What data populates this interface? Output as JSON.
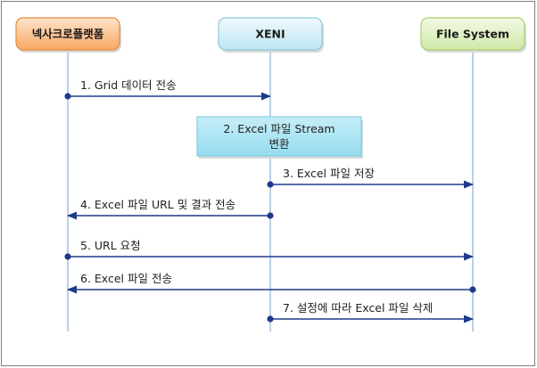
{
  "participants": [
    {
      "name": "넥사크로플랫폼",
      "fill": "#f7b072",
      "stroke": "#e38a3a"
    },
    {
      "name": "XENI",
      "fill": "#c9ebf5",
      "stroke": "#8cc7dc"
    },
    {
      "name": "File System",
      "fill": "#d7ecb2",
      "stroke": "#a9cf6a"
    }
  ],
  "process_box": {
    "line1": "2. Excel 파일 Stream",
    "line2": "변환",
    "fill": "#a9e4f2",
    "stroke": "#79c6dd"
  },
  "messages": [
    {
      "label": "1. Grid 데이터 전송",
      "from": 0,
      "to": 1
    },
    {
      "label": "3. Excel 파일 저장",
      "from": 1,
      "to": 2
    },
    {
      "label": "4. Excel 파일 URL 및 결과 전송",
      "from": 1,
      "to": 0
    },
    {
      "label": "5. URL 요청",
      "from": 0,
      "to": 2
    },
    {
      "label": "6. Excel 파일 전송",
      "from": 2,
      "to": 0
    },
    {
      "label": "7. 설정에 따라 Excel 파일 삭제",
      "from": 1,
      "to": 2
    }
  ],
  "colors": {
    "arrow": "#1f3a8a",
    "lifeline": "#8ab0d8"
  }
}
